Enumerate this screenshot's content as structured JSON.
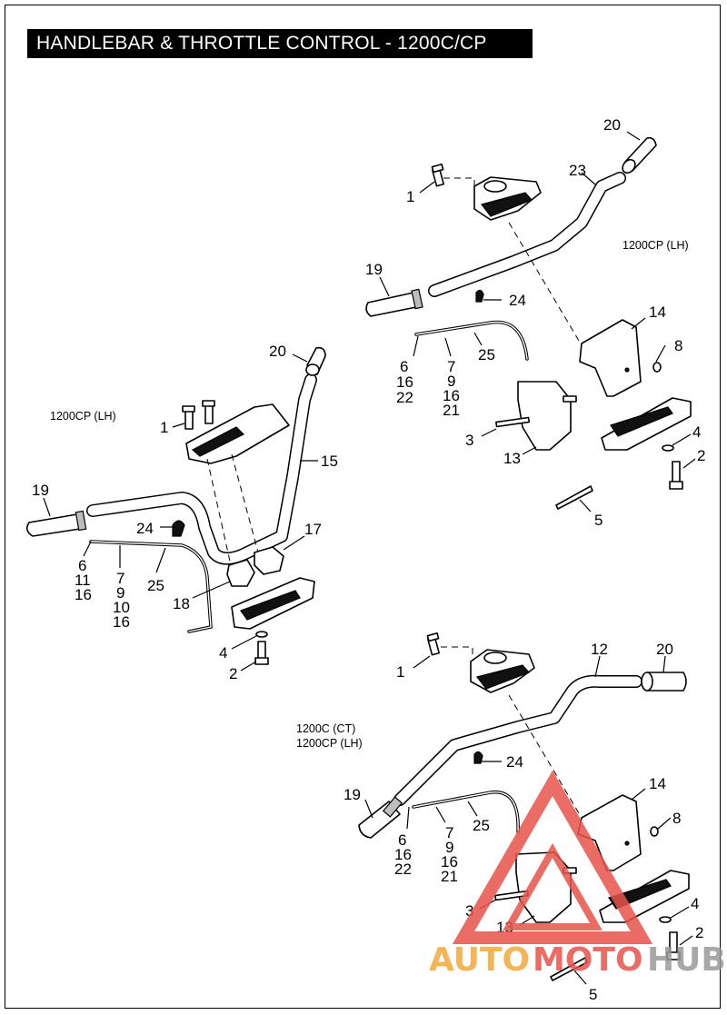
{
  "title": "HANDLEBAR & THROTTLE CONTROL - 1200C/CP",
  "notes": {
    "right_top": "1200CP (LH)",
    "left": "1200CP (LH)",
    "bottom_line1": "1200C (CT)",
    "bottom_line2": "1200CP (LH)"
  },
  "callouts": {
    "tr": {
      "c20": "20",
      "c23": "23",
      "c1": "1",
      "c19": "19",
      "c24": "24",
      "c14": "14",
      "c8": "8",
      "c6": "6",
      "c16a": "16",
      "c22": "22",
      "c7": "7",
      "c9": "9",
      "c16b": "16",
      "c21": "21",
      "c25": "25",
      "c3": "3",
      "c13": "13",
      "c4": "4",
      "c2": "2",
      "c5": "5"
    },
    "l": {
      "c20": "20",
      "c1": "1",
      "c15": "15",
      "c19": "19",
      "c24": "24",
      "c17": "17",
      "c6": "6",
      "c11": "11",
      "c16a": "16",
      "c7": "7",
      "c9": "9",
      "c10": "10",
      "c16b": "16",
      "c25": "25",
      "c18": "18",
      "c4": "4",
      "c2": "2"
    },
    "b": {
      "c1": "1",
      "c12": "12",
      "c20": "20",
      "c24": "24",
      "c19": "19",
      "c14": "14",
      "c8": "8",
      "c6": "6",
      "c16a": "16",
      "c22": "22",
      "c7": "7",
      "c9": "9",
      "c16b": "16",
      "c21": "21",
      "c25": "25",
      "c3": "3",
      "c13": "13",
      "c4": "4",
      "c2": "2",
      "c5": "5"
    }
  },
  "watermark": {
    "part1": "AUTO",
    "part2": "MOTO",
    "part3": "HUB",
    "color_red": "#e8534a",
    "color_orange": "#f2a93b",
    "color_grey": "#9a9a9a"
  }
}
